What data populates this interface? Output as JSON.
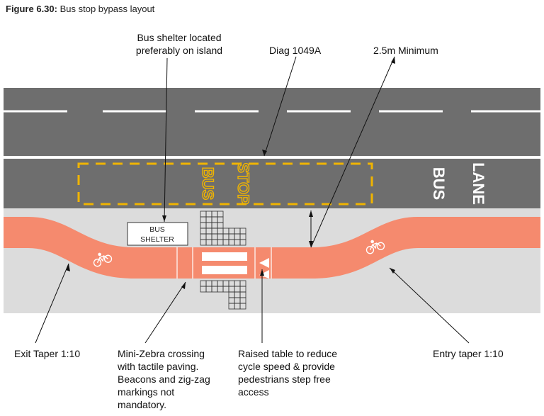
{
  "caption": {
    "number": "Figure 6.30:",
    "title": "Bus stop bypass layout"
  },
  "road_marking": {
    "bus": "BUS",
    "stop": "STOP",
    "bus_lane_1": "BUS",
    "bus_lane_2": "LANE"
  },
  "shelter": {
    "line1": "BUS",
    "line2": "SHELTER"
  },
  "labels": {
    "shelter_note": "Bus shelter located\npreferably on island",
    "diag": "Diag 1049A",
    "minimum": "2.5m Minimum",
    "exit_taper": "Exit Taper 1:10",
    "mini_zebra": "Mini-Zebra crossing\nwith tactile paving.\nBeacons and zig-zag\nmarkings not\nmandatory.",
    "raised_table": "Raised table to reduce\ncycle speed & provide\npedestrians step free\naccess",
    "entry_taper": "Entry taper 1:10"
  },
  "colors": {
    "road": "#6e6e6e",
    "footway": "#dcdcdc",
    "cycle_track": "#f58a6e",
    "bus_stop_marking": "#f0b400",
    "white_line": "#ffffff"
  },
  "icons": [
    "cycle-symbol-icon",
    "tactile-paving-icon",
    "give-way-triangle-icon"
  ]
}
